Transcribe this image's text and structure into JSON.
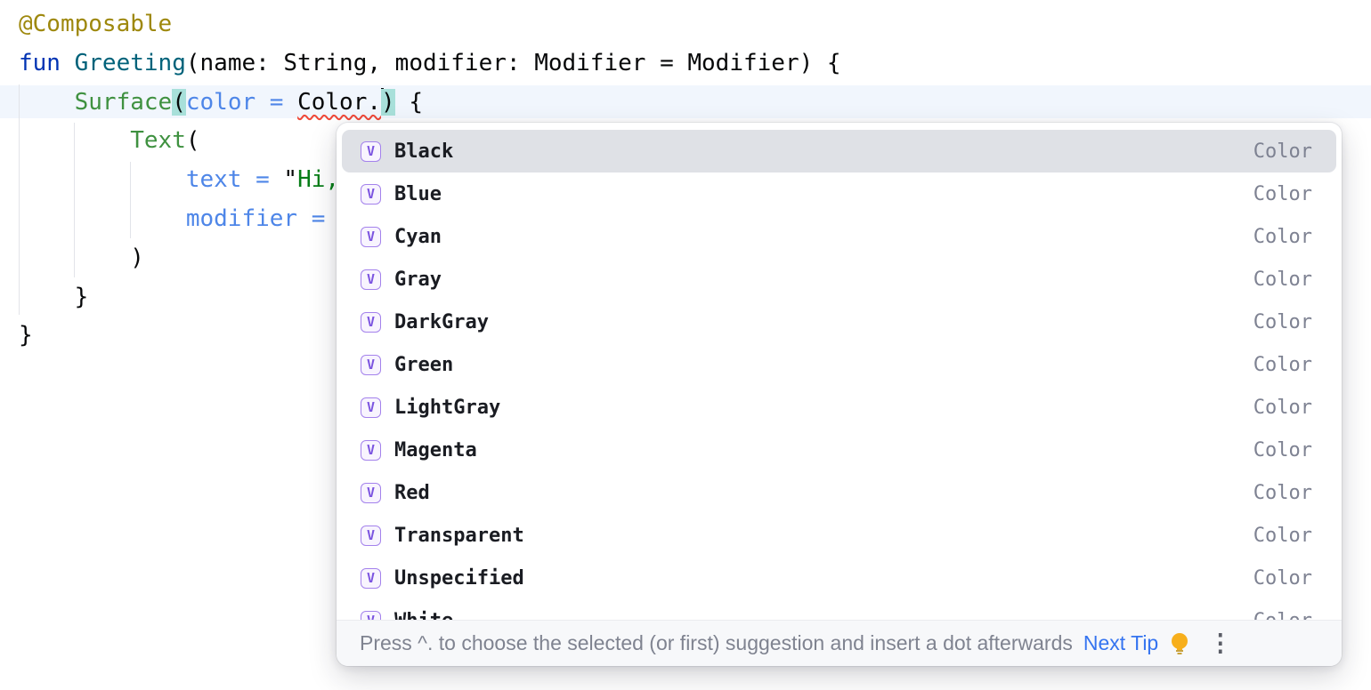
{
  "editor": {
    "lines": [
      {
        "segments": [
          {
            "t": "@Composable",
            "c": "ann"
          }
        ]
      },
      {
        "segments": [
          {
            "t": "fun",
            "c": "kw"
          },
          {
            "t": " ",
            "c": "plain"
          },
          {
            "t": "Greeting",
            "c": "fn"
          },
          {
            "t": "(name: String, modifier: Modifier = Modifier) {",
            "c": "plain"
          }
        ]
      },
      {
        "segments": [
          {
            "t": "    ",
            "c": "plain"
          },
          {
            "t": "Surface",
            "c": "call"
          },
          {
            "t": "(",
            "c": "brace"
          },
          {
            "t": "color = ",
            "c": "named"
          },
          {
            "t": "Color.",
            "c": "err"
          },
          {
            "caret": true
          },
          {
            "t": ")",
            "c": "brace"
          },
          {
            "t": " {",
            "c": "plain"
          }
        ]
      },
      {
        "segments": [
          {
            "t": "        ",
            "c": "plain"
          },
          {
            "t": "Text",
            "c": "call"
          },
          {
            "t": "(",
            "c": "plain"
          }
        ]
      },
      {
        "segments": [
          {
            "t": "            ",
            "c": "plain"
          },
          {
            "t": "text = ",
            "c": "named"
          },
          {
            "t": "\"",
            "c": "plain"
          },
          {
            "t": "Hi,",
            "c": "str"
          }
        ]
      },
      {
        "segments": [
          {
            "t": "            ",
            "c": "plain"
          },
          {
            "t": "modifier = ",
            "c": "named"
          }
        ]
      },
      {
        "segments": [
          {
            "t": "        )",
            "c": "plain"
          }
        ]
      },
      {
        "segments": [
          {
            "t": "    }",
            "c": "plain"
          }
        ]
      },
      {
        "segments": [
          {
            "t": "}",
            "c": "plain"
          }
        ]
      }
    ],
    "caret_line": 3,
    "error_text": "Color."
  },
  "popup": {
    "icon_letter": "V",
    "icon_meaning": "variable-icon",
    "items": [
      {
        "name": "Black",
        "type": "Color",
        "selected": true
      },
      {
        "name": "Blue",
        "type": "Color",
        "selected": false
      },
      {
        "name": "Cyan",
        "type": "Color",
        "selected": false
      },
      {
        "name": "Gray",
        "type": "Color",
        "selected": false
      },
      {
        "name": "DarkGray",
        "type": "Color",
        "selected": false
      },
      {
        "name": "Green",
        "type": "Color",
        "selected": false
      },
      {
        "name": "LightGray",
        "type": "Color",
        "selected": false
      },
      {
        "name": "Magenta",
        "type": "Color",
        "selected": false
      },
      {
        "name": "Red",
        "type": "Color",
        "selected": false
      },
      {
        "name": "Transparent",
        "type": "Color",
        "selected": false
      },
      {
        "name": "Unspecified",
        "type": "Color",
        "selected": false
      },
      {
        "name": "White",
        "type": "Color",
        "selected": false
      }
    ],
    "footer": {
      "hint": "Press ^. to choose the selected (or first) suggestion and insert a dot afterwards",
      "next_tip_label": "Next Tip",
      "lightbulb_icon": "lightbulb-icon",
      "more_icon": "⋮"
    }
  },
  "colors": {
    "accent_link": "#3574f0",
    "selection_bg": "#dfe1e6",
    "caret_line_bg": "#f1f6fd",
    "paren_match_bg": "#a8e0da",
    "error_squiggle": "#ef4838",
    "annotation": "#9e880d",
    "keyword": "#0033b3",
    "function_decl": "#00627a",
    "composable_call": "#3f9140",
    "named_argument": "#4e86e8",
    "string": "#067d17",
    "variable_icon_purple": "#7c55e0",
    "footer_bg": "#f7f8fa",
    "hint_text": "#7f8390",
    "type_label": "#7e8292"
  }
}
